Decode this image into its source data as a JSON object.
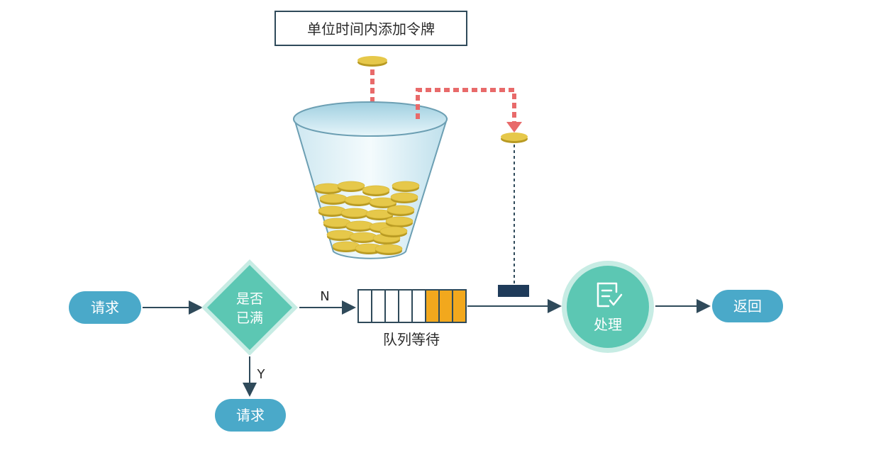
{
  "title_box": {
    "label": "单位时间内添加令牌"
  },
  "flow": {
    "request_in": "请求",
    "decision_line1": "是否",
    "decision_line2": "已满",
    "no_label": "N",
    "yes_label": "Y",
    "queue_label": "队列等待",
    "process_label": "处理",
    "return_label": "返回",
    "request_out": "请求"
  },
  "colors": {
    "pill": "#4aa9c9",
    "decision_fill": "#5cc7b3",
    "decision_border": "#c7ece4",
    "process_fill": "#5cc7b3",
    "process_border": "#c7ece4",
    "queue_filled": "#f2a81d",
    "arrow": "#2f4a5a",
    "dash_red": "#e86a6a",
    "coin": "#e6c84a",
    "coin_edge": "#b89a22",
    "token_gate": "#1f3b5a"
  },
  "icons": {
    "process": "document-check-icon"
  }
}
